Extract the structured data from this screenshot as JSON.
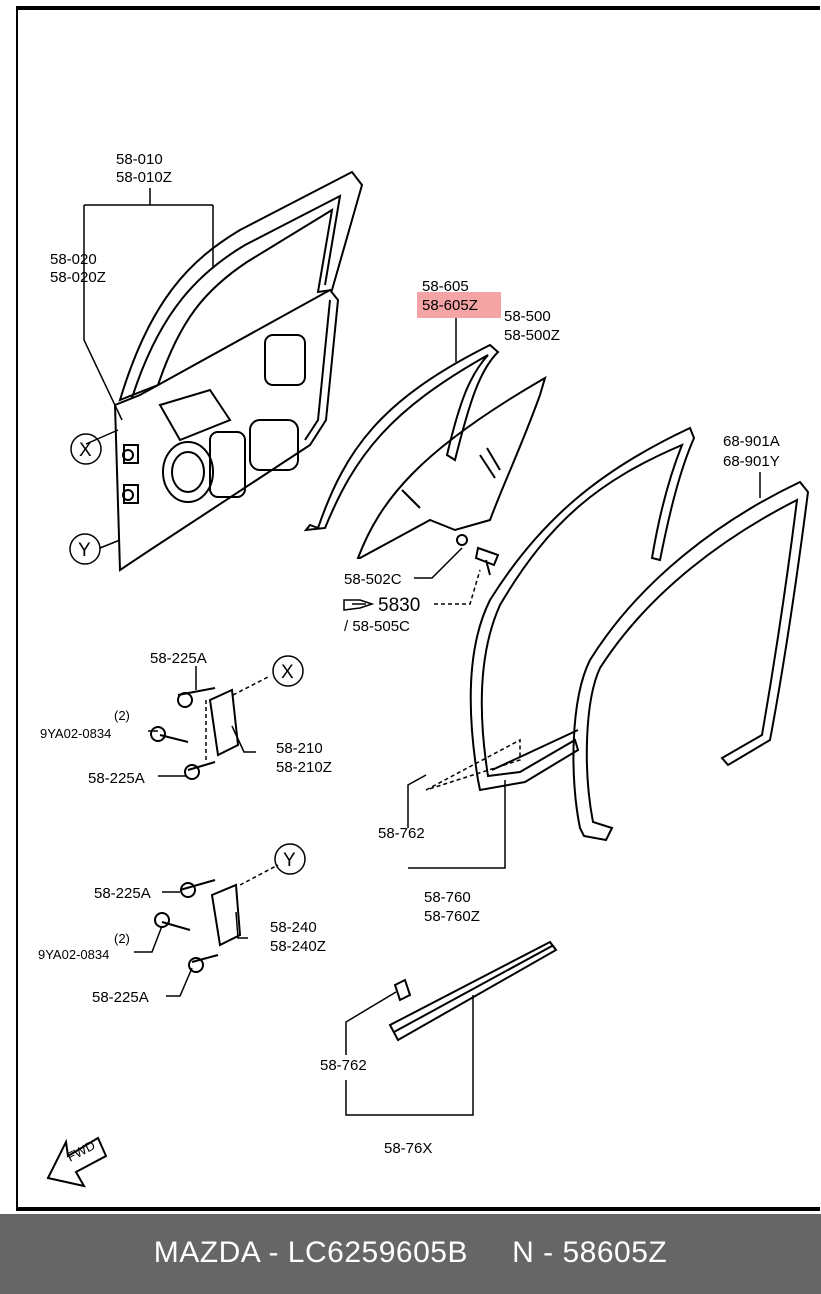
{
  "labels": {
    "door_a": "58-010",
    "door_b": "58-010Z",
    "panel_a": "58-020",
    "panel_b": "58-020Z",
    "run_a": "58-605",
    "run_b": "58-605Z",
    "glass_a": "58-500",
    "glass_b": "58-500Z",
    "weather_a": "68-901A",
    "weather_b": "68-901Y",
    "clip_glass": "58-502C",
    "ref_number": "5830",
    "ref_sub": "/ 58-505C",
    "bolt_x1": "58-225A",
    "qty_x": "(2)",
    "bolt_9ya_x": "9YA02-0834",
    "bolt_x2": "58-225A",
    "hinge_upper_a": "58-210",
    "hinge_upper_b": "58-210Z",
    "bolt_y1": "58-225A",
    "qty_y": "(2)",
    "bolt_9ya_y": "9YA02-0834",
    "bolt_y2": "58-225A",
    "hinge_lower_a": "58-240",
    "hinge_lower_b": "58-240Z",
    "clip_762_a": "58-762",
    "seal_a": "58-760",
    "seal_b": "58-760Z",
    "clip_762_b": "58-762",
    "seal_76x": "58-76X",
    "callout_x": "X",
    "callout_y": "Y",
    "callout_x2": "X",
    "callout_y2": "Y",
    "fwd": "FWD"
  },
  "highlight_color": "#f4a4a4",
  "footer": {
    "text": "MAZDA - LC6259605B     N - 58605Z",
    "background": "#666666"
  }
}
